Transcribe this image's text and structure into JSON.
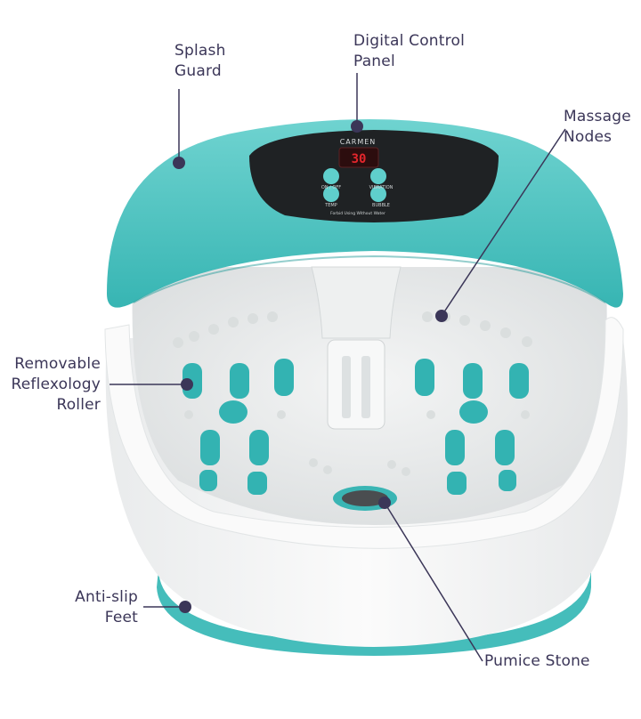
{
  "labels": {
    "splash_guard": [
      "Splash",
      "Guard"
    ],
    "digital_control_panel": [
      "Digital Control",
      "Panel"
    ],
    "massage_nodes": [
      "Massage",
      "Nodes"
    ],
    "removable_roller": [
      "Removable",
      "Reflexology",
      "Roller"
    ],
    "anti_slip_feet": [
      "Anti-slip",
      "Feet"
    ],
    "pumice_stone": "Pumice Stone"
  },
  "panel": {
    "brand": "CARMEN",
    "display_reading": "30",
    "button_on_off": "ON / OFF",
    "button_vibration": "VIBRATION",
    "button_temp": "TEMP",
    "button_bubble": "BUBBLE",
    "warning": "Forbid Using Without Water"
  },
  "colors": {
    "label_text": "#3b3658",
    "leader_line": "#3b3658",
    "dot": "#3b3658",
    "teal": "#4fc6c4",
    "teal_dark": "#2fa9a8",
    "white_body": "#f4f5f5",
    "panel_black": "#1f2224",
    "display_red": "#e4262c"
  }
}
